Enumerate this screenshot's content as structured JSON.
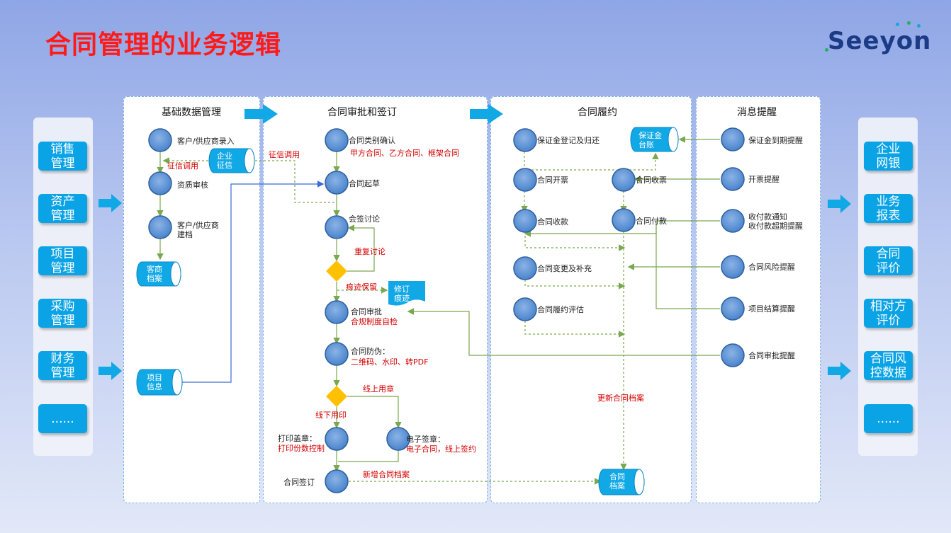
{
  "title": "合同管理的业务逻辑",
  "logo": "Seeyon",
  "left_panel": [
    "销售\n管理",
    "资产\n管理",
    "项目\n管理",
    "采购\n管理",
    "财务\n管理",
    "......"
  ],
  "right_panel": [
    "企业\n网银",
    "业务\n报表",
    "合同\n评价",
    "相对方\n评价",
    "合同风\n控数据",
    "......"
  ],
  "lanes": {
    "basic": "基础数据管理",
    "approval": "合同审批和签订",
    "fulfill": "合同履约",
    "notify": "消息提醒"
  },
  "basic": {
    "n1": "客户/供应商录入",
    "n2": "资质审核",
    "n3": "客户/供应商\n建档",
    "db_merchant": "客商\n档案",
    "db_project": "项目\n信息",
    "db_credit": "企业\n征信",
    "credit_call": "征信调用"
  },
  "approval": {
    "n1": "合同类别确认",
    "n1_sub": "甲方合同、乙方合同、框架合同",
    "credit_call": "征信调用",
    "n2": "合同起草",
    "n3": "会签讨论",
    "repeat": "重复讨论",
    "trace": "痕迹保留",
    "revise": "修订\n痕迹",
    "n4": "合同审批",
    "n4_sub": "合规制度自检",
    "n5": "合同防伪：",
    "n5_sub": "二维码、水印、转PDF",
    "online": "线上用章",
    "offline": "线下用印",
    "print": "打印盖章：",
    "print_sub": "打印份数控制",
    "esign": "电子签章：",
    "esign_sub": "电子合同，线上签约",
    "sign": "合同签订",
    "new_archive": "新增合同档案"
  },
  "fulfill": {
    "f1": "保证金登记及归还",
    "f2": "合同开票",
    "f3": "合同收款",
    "f4": "合同变更及补充",
    "f5": "合同履约评估",
    "g1": "合同收票",
    "g2": "合同付款",
    "db_deposit": "保证金\n台账",
    "update": "更新合同档案",
    "db_contract": "合同\n档案"
  },
  "notify": [
    "保证金到期提醒",
    "开票提醒",
    "收付款通知\n收付款超期提醒",
    "合同风险提醒",
    "项目结算提醒",
    "合同审批提醒"
  ]
}
